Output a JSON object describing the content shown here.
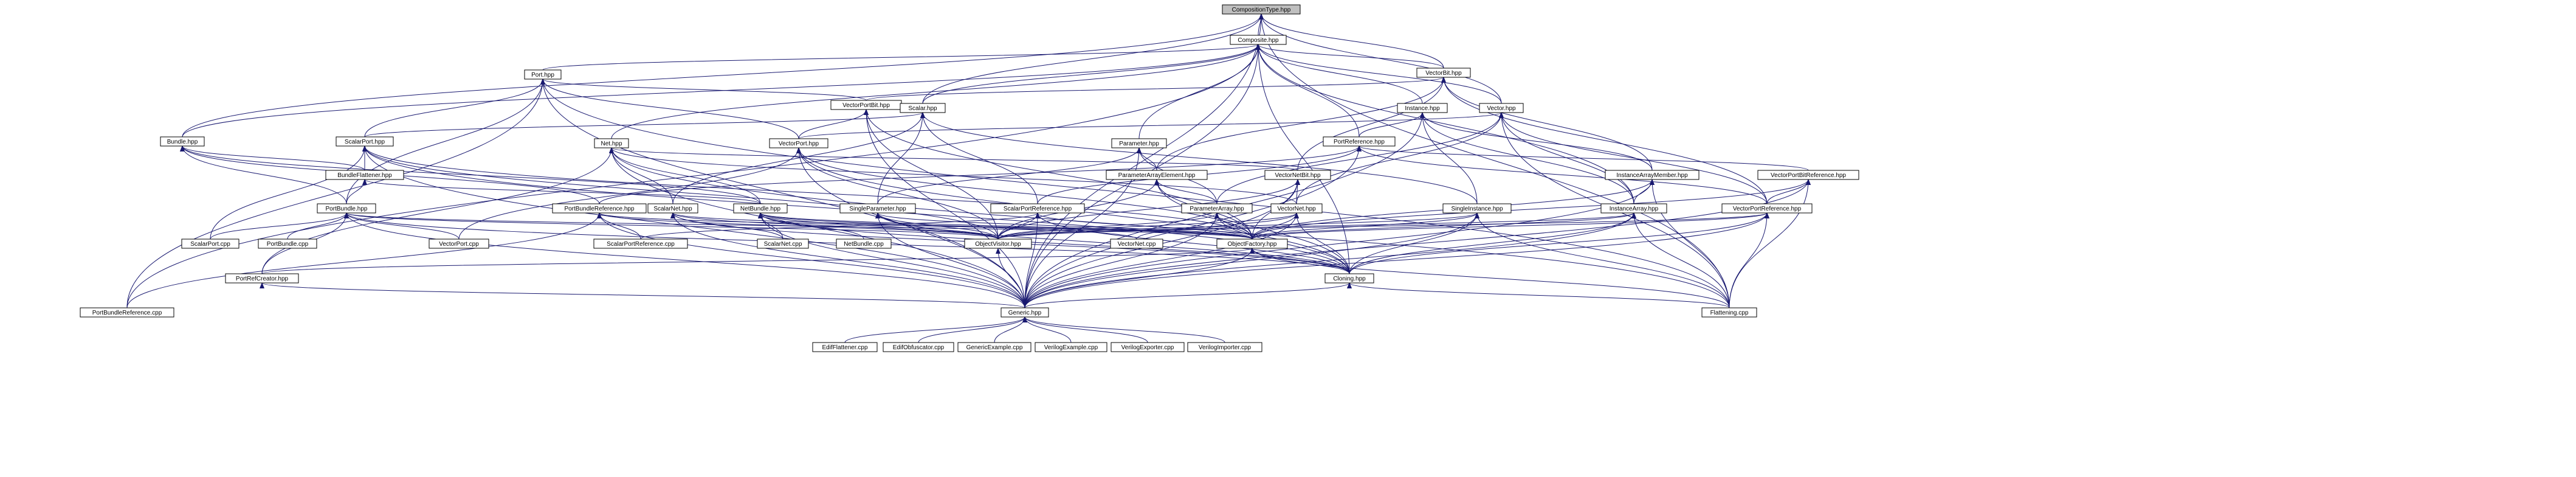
{
  "colors": {
    "node_fill": "#ffffff",
    "node_border": "#000000",
    "border_truncated": "#ff0000",
    "root_fill": "#bfbfbf",
    "edge": "#191970",
    "background": "#ffffff"
  },
  "nodes": [
    {
      "id": "CompositionType.hpp",
      "label": "CompositionType.hpp",
      "style": "root"
    },
    {
      "id": "Composite.hpp",
      "label": "Composite.hpp",
      "style": "normal"
    },
    {
      "id": "VectorBit.hpp",
      "label": "VectorBit.hpp",
      "style": "normal"
    },
    {
      "id": "Port.hpp",
      "label": "Port.hpp",
      "style": "truncated"
    },
    {
      "id": "VectorPortBit.hpp",
      "label": "VectorPortBit.hpp",
      "style": "truncated"
    },
    {
      "id": "Scalar.hpp",
      "label": "Scalar.hpp",
      "style": "normal"
    },
    {
      "id": "Instance.hpp",
      "label": "Instance.hpp",
      "style": "truncated"
    },
    {
      "id": "Vector.hpp",
      "label": "Vector.hpp",
      "style": "normal"
    },
    {
      "id": "Bundle.hpp",
      "label": "Bundle.hpp",
      "style": "normal"
    },
    {
      "id": "ScalarPort.hpp",
      "label": "ScalarPort.hpp",
      "style": "normal"
    },
    {
      "id": "Net.hpp",
      "label": "Net.hpp",
      "style": "normal"
    },
    {
      "id": "VectorPort.hpp",
      "label": "VectorPort.hpp",
      "style": "normal"
    },
    {
      "id": "Parameter.hpp",
      "label": "Parameter.hpp",
      "style": "truncated"
    },
    {
      "id": "PortReference.hpp",
      "label": "PortReference.hpp",
      "style": "truncated"
    },
    {
      "id": "BundleFlattener.hpp",
      "label": "BundleFlattener.hpp",
      "style": "normal"
    },
    {
      "id": "ParameterArrayElement.hpp",
      "label": "ParameterArrayElement.hpp",
      "style": "truncated"
    },
    {
      "id": "VectorNetBit.hpp",
      "label": "VectorNetBit.hpp",
      "style": "truncated"
    },
    {
      "id": "InstanceArrayMember.hpp",
      "label": "InstanceArrayMember.hpp",
      "style": "truncated"
    },
    {
      "id": "VectorPortBitReference.hpp",
      "label": "VectorPortBitReference.hpp",
      "style": "truncated"
    },
    {
      "id": "PortBundle.hpp",
      "label": "PortBundle.hpp",
      "style": "normal"
    },
    {
      "id": "PortBundleReference.hpp",
      "label": "PortBundleReference.hpp",
      "style": "truncated"
    },
    {
      "id": "ScalarNet.hpp",
      "label": "ScalarNet.hpp",
      "style": "truncated"
    },
    {
      "id": "NetBundle.hpp",
      "label": "NetBundle.hpp",
      "style": "normal"
    },
    {
      "id": "SingleParameter.hpp",
      "label": "SingleParameter.hpp",
      "style": "truncated"
    },
    {
      "id": "ScalarPortReference.hpp",
      "label": "ScalarPortReference.hpp",
      "style": "normal"
    },
    {
      "id": "ParameterArray.hpp",
      "label": "ParameterArray.hpp",
      "style": "truncated"
    },
    {
      "id": "VectorNet.hpp",
      "label": "VectorNet.hpp",
      "style": "normal"
    },
    {
      "id": "SingleInstance.hpp",
      "label": "SingleInstance.hpp",
      "style": "truncated"
    },
    {
      "id": "InstanceArray.hpp",
      "label": "InstanceArray.hpp",
      "style": "truncated"
    },
    {
      "id": "VectorPortReference.hpp",
      "label": "VectorPortReference.hpp",
      "style": "truncated"
    },
    {
      "id": "ScalarPort.cpp",
      "label": "ScalarPort.cpp",
      "style": "normal"
    },
    {
      "id": "PortBundle.cpp",
      "label": "PortBundle.cpp",
      "style": "normal"
    },
    {
      "id": "VectorPort.cpp",
      "label": "VectorPort.cpp",
      "style": "normal"
    },
    {
      "id": "ScalarPortReference.cpp",
      "label": "ScalarPortReference.cpp",
      "style": "normal"
    },
    {
      "id": "ScalarNet.cpp",
      "label": "ScalarNet.cpp",
      "style": "normal"
    },
    {
      "id": "NetBundle.cpp",
      "label": "NetBundle.cpp",
      "style": "normal"
    },
    {
      "id": "ObjectVisitor.hpp",
      "label": "ObjectVisitor.hpp",
      "style": "truncated"
    },
    {
      "id": "VectorNet.cpp",
      "label": "VectorNet.cpp",
      "style": "normal"
    },
    {
      "id": "ObjectFactory.hpp",
      "label": "ObjectFactory.hpp",
      "style": "truncated"
    },
    {
      "id": "PortRefCreator.hpp",
      "label": "PortRefCreator.hpp",
      "style": "truncated"
    },
    {
      "id": "Cloning.hpp",
      "label": "Cloning.hpp",
      "style": "truncated"
    },
    {
      "id": "PortBundleReference.cpp",
      "label": "PortBundleReference.cpp",
      "style": "normal"
    },
    {
      "id": "Generic.hpp",
      "label": "Generic.hpp",
      "style": "normal"
    },
    {
      "id": "Flattening.cpp",
      "label": "Flattening.cpp",
      "style": "normal"
    },
    {
      "id": "EdifFlattener.cpp",
      "label": "EdifFlattener.cpp",
      "style": "normal"
    },
    {
      "id": "EdifObfuscator.cpp",
      "label": "EdifObfuscator.cpp",
      "style": "normal"
    },
    {
      "id": "GenericExample.cpp",
      "label": "GenericExample.cpp",
      "style": "normal"
    },
    {
      "id": "VerilogExample.cpp",
      "label": "VerilogExample.cpp",
      "style": "normal"
    },
    {
      "id": "VerilogExporter.cpp",
      "label": "VerilogExporter.cpp",
      "style": "normal"
    },
    {
      "id": "VerilogImporter.cpp",
      "label": "VerilogImporter.cpp",
      "style": "normal"
    }
  ],
  "edges": [
    [
      "CompositionType.hpp",
      "Composite.hpp"
    ],
    [
      "CompositionType.hpp",
      "VectorBit.hpp"
    ],
    [
      "CompositionType.hpp",
      "Scalar.hpp"
    ],
    [
      "CompositionType.hpp",
      "Vector.hpp"
    ],
    [
      "CompositionType.hpp",
      "Bundle.hpp"
    ],
    [
      "CompositionType.hpp",
      "Generic.hpp"
    ],
    [
      "CompositionType.hpp",
      "Flattening.cpp"
    ],
    [
      "Composite.hpp",
      "Port.hpp"
    ],
    [
      "Composite.hpp",
      "VectorBit.hpp"
    ],
    [
      "Composite.hpp",
      "Scalar.hpp"
    ],
    [
      "Composite.hpp",
      "Instance.hpp"
    ],
    [
      "Composite.hpp",
      "Vector.hpp"
    ],
    [
      "Composite.hpp",
      "Bundle.hpp"
    ],
    [
      "Composite.hpp",
      "Net.hpp"
    ],
    [
      "Composite.hpp",
      "Parameter.hpp"
    ],
    [
      "Composite.hpp",
      "PortReference.hpp"
    ],
    [
      "Composite.hpp",
      "InstanceArray.hpp"
    ],
    [
      "Composite.hpp",
      "Cloning.hpp"
    ],
    [
      "Composite.hpp",
      "Generic.hpp"
    ],
    [
      "Composite.hpp",
      "PortBundleReference.cpp"
    ],
    [
      "VectorBit.hpp",
      "VectorPortBit.hpp"
    ],
    [
      "VectorBit.hpp",
      "VectorNetBit.hpp"
    ],
    [
      "VectorBit.hpp",
      "ParameterArrayElement.hpp"
    ],
    [
      "VectorBit.hpp",
      "InstanceArrayMember.hpp"
    ],
    [
      "VectorBit.hpp",
      "VectorPortReference.hpp"
    ],
    [
      "Port.hpp",
      "ScalarPort.hpp"
    ],
    [
      "Port.hpp",
      "VectorPort.hpp"
    ],
    [
      "Port.hpp",
      "VectorPortBit.hpp"
    ],
    [
      "Port.hpp",
      "PortBundle.hpp"
    ],
    [
      "Port.hpp",
      "Generic.hpp"
    ],
    [
      "Port.hpp",
      "PortBundleReference.cpp"
    ],
    [
      "Port.hpp",
      "Flattening.cpp"
    ],
    [
      "VectorPortBit.hpp",
      "VectorPort.hpp"
    ],
    [
      "VectorPortBit.hpp",
      "ObjectVisitor.hpp"
    ],
    [
      "VectorPortBit.hpp",
      "ObjectFactory.hpp"
    ],
    [
      "VectorPortBit.hpp",
      "Generic.hpp"
    ],
    [
      "Scalar.hpp",
      "ScalarPort.hpp"
    ],
    [
      "Scalar.hpp",
      "ScalarNet.hpp"
    ],
    [
      "Scalar.hpp",
      "SingleParameter.hpp"
    ],
    [
      "Scalar.hpp",
      "ScalarPortReference.hpp"
    ],
    [
      "Scalar.hpp",
      "SingleInstance.hpp"
    ],
    [
      "Instance.hpp",
      "PortReference.hpp"
    ],
    [
      "Instance.hpp",
      "InstanceArrayMember.hpp"
    ],
    [
      "Instance.hpp",
      "SingleInstance.hpp"
    ],
    [
      "Instance.hpp",
      "InstanceArray.hpp"
    ],
    [
      "Instance.hpp",
      "Generic.hpp"
    ],
    [
      "Vector.hpp",
      "VectorPort.hpp"
    ],
    [
      "Vector.hpp",
      "VectorNet.hpp"
    ],
    [
      "Vector.hpp",
      "ParameterArray.hpp"
    ],
    [
      "Vector.hpp",
      "InstanceArray.hpp"
    ],
    [
      "Vector.hpp",
      "VectorPortReference.hpp"
    ],
    [
      "Vector.hpp",
      "Flattening.cpp"
    ],
    [
      "Bundle.hpp",
      "PortBundle.hpp"
    ],
    [
      "Bundle.hpp",
      "NetBundle.hpp"
    ],
    [
      "Bundle.hpp",
      "BundleFlattener.hpp"
    ],
    [
      "Bundle.hpp",
      "PortBundleReference.hpp"
    ],
    [
      "ScalarPort.hpp",
      "ScalarPort.cpp"
    ],
    [
      "ScalarPort.hpp",
      "ObjectVisitor.hpp"
    ],
    [
      "ScalarPort.hpp",
      "ObjectFactory.hpp"
    ],
    [
      "ScalarPort.hpp",
      "Cloning.hpp"
    ],
    [
      "ScalarPort.hpp",
      "Generic.hpp"
    ],
    [
      "ScalarPort.hpp",
      "BundleFlattener.hpp"
    ],
    [
      "Net.hpp",
      "ScalarNet.hpp"
    ],
    [
      "Net.hpp",
      "VectorNet.hpp"
    ],
    [
      "Net.hpp",
      "NetBundle.hpp"
    ],
    [
      "Net.hpp",
      "VectorNetBit.hpp"
    ],
    [
      "Net.hpp",
      "PortRefCreator.hpp"
    ],
    [
      "Net.hpp",
      "Generic.hpp"
    ],
    [
      "Net.hpp",
      "Flattening.cpp"
    ],
    [
      "VectorPort.hpp",
      "VectorPort.cpp"
    ],
    [
      "VectorPort.hpp",
      "ObjectVisitor.hpp"
    ],
    [
      "VectorPort.hpp",
      "ObjectFactory.hpp"
    ],
    [
      "VectorPort.hpp",
      "Cloning.hpp"
    ],
    [
      "VectorPort.hpp",
      "Generic.hpp"
    ],
    [
      "Parameter.hpp",
      "SingleParameter.hpp"
    ],
    [
      "Parameter.hpp",
      "ParameterArray.hpp"
    ],
    [
      "Parameter.hpp",
      "ParameterArrayElement.hpp"
    ],
    [
      "Parameter.hpp",
      "Generic.hpp"
    ],
    [
      "PortReference.hpp",
      "ScalarPortReference.hpp"
    ],
    [
      "PortReference.hpp",
      "VectorPortReference.hpp"
    ],
    [
      "PortReference.hpp",
      "VectorPortBitReference.hpp"
    ],
    [
      "PortReference.hpp",
      "PortBundleReference.hpp"
    ],
    [
      "PortReference.hpp",
      "Generic.hpp"
    ],
    [
      "BundleFlattener.hpp",
      "PortBundle.hpp"
    ],
    [
      "BundleFlattener.hpp",
      "NetBundle.hpp"
    ],
    [
      "ParameterArrayElement.hpp",
      "ParameterArray.hpp"
    ],
    [
      "ParameterArrayElement.hpp",
      "ObjectVisitor.hpp"
    ],
    [
      "ParameterArrayElement.hpp",
      "ObjectFactory.hpp"
    ],
    [
      "ParameterArrayElement.hpp",
      "Cloning.hpp"
    ],
    [
      "VectorNetBit.hpp",
      "VectorNet.hpp"
    ],
    [
      "VectorNetBit.hpp",
      "ObjectVisitor.hpp"
    ],
    [
      "VectorNetBit.hpp",
      "ObjectFactory.hpp"
    ],
    [
      "VectorNetBit.hpp",
      "Generic.hpp"
    ],
    [
      "InstanceArrayMember.hpp",
      "InstanceArray.hpp"
    ],
    [
      "InstanceArrayMember.hpp",
      "ObjectFactory.hpp"
    ],
    [
      "InstanceArrayMember.hpp",
      "Generic.hpp"
    ],
    [
      "InstanceArrayMember.hpp",
      "Flattening.cpp"
    ],
    [
      "VectorPortBitReference.hpp",
      "VectorPortReference.hpp"
    ],
    [
      "VectorPortBitReference.hpp",
      "ObjectFactory.hpp"
    ],
    [
      "VectorPortBitReference.hpp",
      "Generic.hpp"
    ],
    [
      "VectorPortBitReference.hpp",
      "Flattening.cpp"
    ],
    [
      "PortBundle.hpp",
      "ScalarPort.cpp"
    ],
    [
      "PortBundle.hpp",
      "PortBundle.cpp"
    ],
    [
      "PortBundle.hpp",
      "VectorPort.cpp"
    ],
    [
      "PortBundle.hpp",
      "ObjectVisitor.hpp"
    ],
    [
      "PortBundle.hpp",
      "ObjectFactory.hpp"
    ],
    [
      "PortBundle.hpp",
      "PortRefCreator.hpp"
    ],
    [
      "PortBundle.hpp",
      "Cloning.hpp"
    ],
    [
      "PortBundle.hpp",
      "Generic.hpp"
    ],
    [
      "PortBundleReference.hpp",
      "ScalarPortReference.cpp"
    ],
    [
      "PortBundleReference.hpp",
      "ObjectVisitor.hpp"
    ],
    [
      "PortBundleReference.hpp",
      "ObjectFactory.hpp"
    ],
    [
      "PortBundleReference.hpp",
      "PortBundleReference.cpp"
    ],
    [
      "PortBundleReference.hpp",
      "Generic.hpp"
    ],
    [
      "ScalarNet.hpp",
      "ScalarNet.cpp"
    ],
    [
      "ScalarNet.hpp",
      "ObjectVisitor.hpp"
    ],
    [
      "ScalarNet.hpp",
      "ObjectFactory.hpp"
    ],
    [
      "ScalarNet.hpp",
      "Cloning.hpp"
    ],
    [
      "ScalarNet.hpp",
      "Generic.hpp"
    ],
    [
      "NetBundle.hpp",
      "NetBundle.cpp"
    ],
    [
      "NetBundle.hpp",
      "ScalarNet.cpp"
    ],
    [
      "NetBundle.hpp",
      "VectorNet.cpp"
    ],
    [
      "NetBundle.hpp",
      "ObjectVisitor.hpp"
    ],
    [
      "NetBundle.hpp",
      "ObjectFactory.hpp"
    ],
    [
      "NetBundle.hpp",
      "Cloning.hpp"
    ],
    [
      "NetBundle.hpp",
      "Generic.hpp"
    ],
    [
      "SingleParameter.hpp",
      "ObjectVisitor.hpp"
    ],
    [
      "SingleParameter.hpp",
      "ObjectFactory.hpp"
    ],
    [
      "SingleParameter.hpp",
      "Cloning.hpp"
    ],
    [
      "SingleParameter.hpp",
      "Generic.hpp"
    ],
    [
      "ScalarPortReference.hpp",
      "ScalarPortReference.cpp"
    ],
    [
      "ScalarPortReference.hpp",
      "ObjectVisitor.hpp"
    ],
    [
      "ScalarPortReference.hpp",
      "ObjectFactory.hpp"
    ],
    [
      "ScalarPortReference.hpp",
      "Cloning.hpp"
    ],
    [
      "ScalarPortReference.hpp",
      "Generic.hpp"
    ],
    [
      "ParameterArray.hpp",
      "ObjectVisitor.hpp"
    ],
    [
      "ParameterArray.hpp",
      "ObjectFactory.hpp"
    ],
    [
      "ParameterArray.hpp",
      "Cloning.hpp"
    ],
    [
      "ParameterArray.hpp",
      "Generic.hpp"
    ],
    [
      "VectorNet.hpp",
      "VectorNet.cpp"
    ],
    [
      "VectorNet.hpp",
      "ObjectVisitor.hpp"
    ],
    [
      "VectorNet.hpp",
      "ObjectFactory.hpp"
    ],
    [
      "VectorNet.hpp",
      "Cloning.hpp"
    ],
    [
      "VectorNet.hpp",
      "Generic.hpp"
    ],
    [
      "SingleInstance.hpp",
      "ObjectVisitor.hpp"
    ],
    [
      "SingleInstance.hpp",
      "ObjectFactory.hpp"
    ],
    [
      "SingleInstance.hpp",
      "Cloning.hpp"
    ],
    [
      "SingleInstance.hpp",
      "Generic.hpp"
    ],
    [
      "SingleInstance.hpp",
      "Flattening.cpp"
    ],
    [
      "InstanceArray.hpp",
      "ObjectVisitor.hpp"
    ],
    [
      "InstanceArray.hpp",
      "ObjectFactory.hpp"
    ],
    [
      "InstanceArray.hpp",
      "Cloning.hpp"
    ],
    [
      "InstanceArray.hpp",
      "Generic.hpp"
    ],
    [
      "InstanceArray.hpp",
      "Flattening.cpp"
    ],
    [
      "VectorPortReference.hpp",
      "ObjectVisitor.hpp"
    ],
    [
      "VectorPortReference.hpp",
      "ObjectFactory.hpp"
    ],
    [
      "VectorPortReference.hpp",
      "Cloning.hpp"
    ],
    [
      "VectorPortReference.hpp",
      "Generic.hpp"
    ],
    [
      "VectorPortReference.hpp",
      "Flattening.cpp"
    ],
    [
      "ObjectVisitor.hpp",
      "Generic.hpp"
    ],
    [
      "ObjectFactory.hpp",
      "Cloning.hpp"
    ],
    [
      "ObjectFactory.hpp",
      "Generic.hpp"
    ],
    [
      "ObjectFactory.hpp",
      "Flattening.cpp"
    ],
    [
      "ObjectFactory.hpp",
      "PortRefCreator.hpp"
    ],
    [
      "Cloning.hpp",
      "Generic.hpp"
    ],
    [
      "Cloning.hpp",
      "Flattening.cpp"
    ],
    [
      "PortRefCreator.hpp",
      "Generic.hpp"
    ],
    [
      "Generic.hpp",
      "EdifFlattener.cpp"
    ],
    [
      "Generic.hpp",
      "EdifObfuscator.cpp"
    ],
    [
      "Generic.hpp",
      "GenericExample.cpp"
    ],
    [
      "Generic.hpp",
      "VerilogExample.cpp"
    ],
    [
      "Generic.hpp",
      "VerilogExporter.cpp"
    ],
    [
      "Generic.hpp",
      "VerilogImporter.cpp"
    ]
  ]
}
